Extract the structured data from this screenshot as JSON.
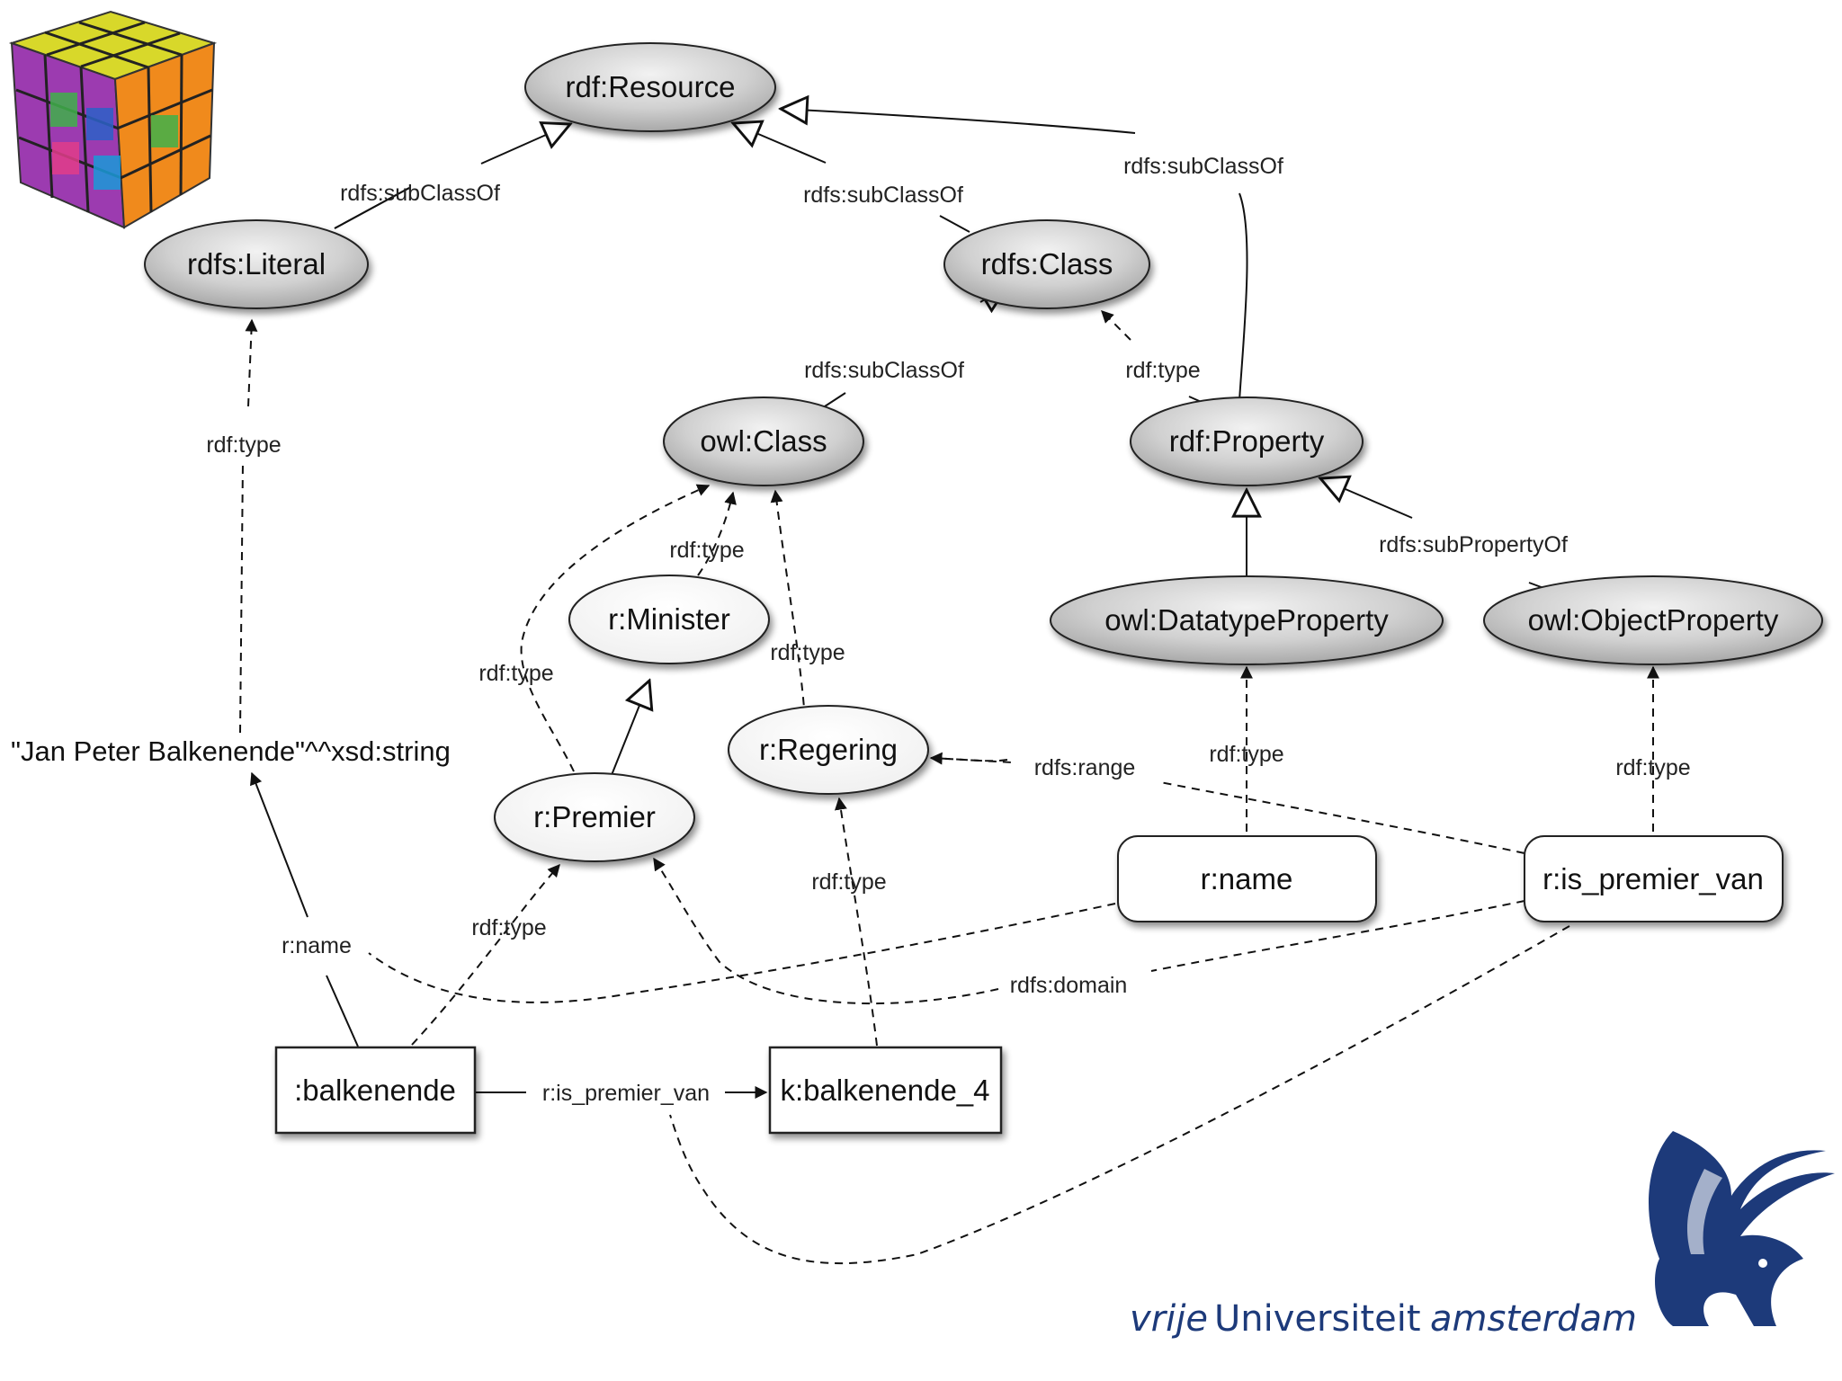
{
  "nodes": {
    "rdf_resource": "rdf:Resource",
    "rdfs_literal": "rdfs:Literal",
    "rdfs_class": "rdfs:Class",
    "owl_class": "owl:Class",
    "rdf_property": "rdf:Property",
    "r_minister": "r:Minister",
    "owl_datatype_property": "owl:DatatypeProperty",
    "owl_object_property": "owl:ObjectProperty",
    "r_regering": "r:Regering",
    "r_premier": "r:Premier",
    "r_name": "r:name",
    "r_is_premier_van": "r:is_premier_van",
    "balkenende": ":balkenende",
    "k_balkenende_4": "k:balkenende_4",
    "literal_value": "\"Jan Peter Balkenende\"^^xsd:string"
  },
  "edge_labels": {
    "literal_subclassof": "rdfs:subClassOf",
    "class_subclassof": "rdfs:subClassOf",
    "property_subclassof": "rdfs:subClassOf",
    "owlclass_subclassof": "rdfs:subClassOf",
    "property_type": "rdf:type",
    "literal_type": "rdf:type",
    "minister_type": "rdf:type",
    "premier_class_type": "rdf:type",
    "regering_type": "rdf:type",
    "subpropertyof": "rdfs:subPropertyOf",
    "name_type": "rdf:type",
    "ispremier_type": "rdf:type",
    "range": "rdfs:range",
    "balkenende_name": "r:name",
    "balkenende_type": "rdf:type",
    "k_type": "rdf:type",
    "domain": "rdfs:domain",
    "is_premier_van": "r:is_premier_van"
  },
  "logo": {
    "word1": "vrije",
    "word2": "Universiteit",
    "word3": "amsterdam",
    "color": "#1d3a7a"
  },
  "colors": {
    "ellipse_gray": "#c8c8c8",
    "stroke": "#222222"
  }
}
